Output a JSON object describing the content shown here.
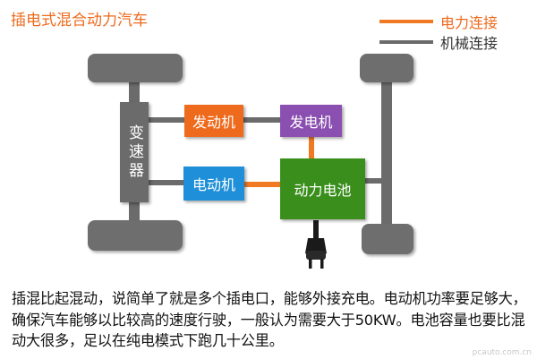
{
  "title": "插电式混合动力汽车",
  "legend": {
    "electric": {
      "label": "电力连接",
      "color": "#f07a24"
    },
    "mechanical": {
      "label": "机械连接",
      "color": "#6b6b6b"
    }
  },
  "components": {
    "gearbox": "变速器",
    "engine": "发动机",
    "generator": "发电机",
    "motor": "电动机",
    "battery": "动力电池"
  },
  "colors": {
    "wheel": "#6e6e6e",
    "axle": "#6b6b6b",
    "engine": "#ee6a1c",
    "generator": "#8a4fb0",
    "motor": "#1e8fd8",
    "battery": "#3a8f1c",
    "plug": "#1a1a1a"
  },
  "icons": {
    "plug": "power-plug-icon"
  },
  "caption": "插混比起混动，说简单了就是多个插电口，能够外接充电。电动机功率要足够大，确保汽车能够以比较高的速度行驶，一般认为需要大于50KW。电池容量也要比混动大很多，足以在纯电模式下跑几十公里。",
  "watermark": "pcauto.com.cn"
}
